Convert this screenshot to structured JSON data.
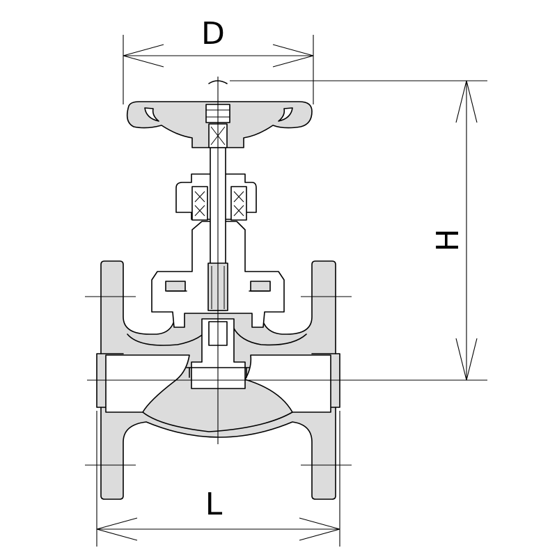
{
  "dimensions": {
    "diameter_label": "D",
    "height_label": "H",
    "length_label": "L"
  }
}
